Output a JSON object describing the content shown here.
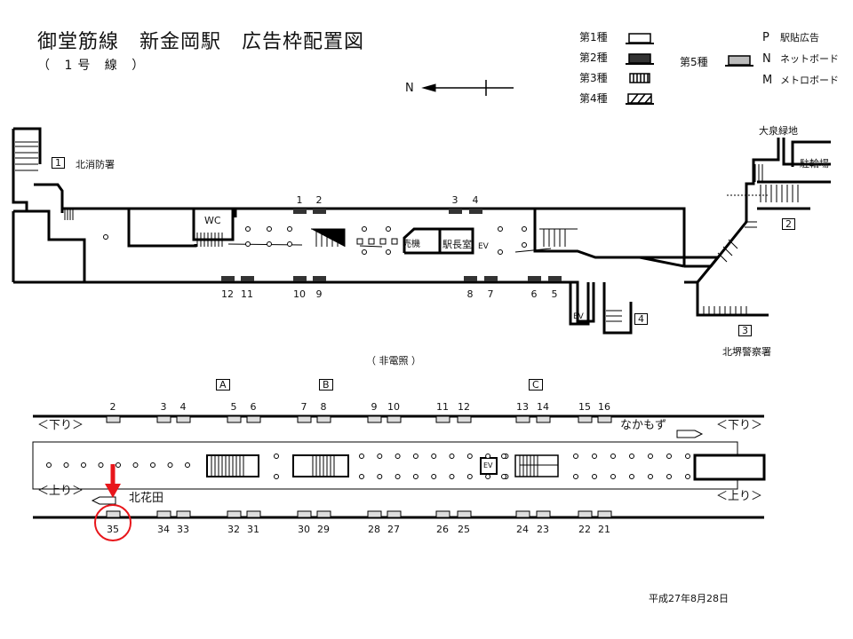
{
  "header": {
    "title": "御堂筋線　新金岡駅　広告枠配置図",
    "subtitle": "（ 1号 線 ）"
  },
  "legend": {
    "types": [
      {
        "label": "第1種",
        "style": "outline"
      },
      {
        "label": "第2種",
        "style": "filled"
      },
      {
        "label": "第3種",
        "style": "striped"
      },
      {
        "label": "第4種",
        "style": "hatched"
      }
    ],
    "type5": {
      "label": "第5種",
      "style": "gray"
    },
    "codes": [
      {
        "code": "P",
        "label": "駅貼広告"
      },
      {
        "code": "N",
        "label": "ネットボード"
      },
      {
        "code": "M",
        "label": "メトロボード"
      }
    ]
  },
  "compass": {
    "label": "N"
  },
  "concourse": {
    "exits": [
      {
        "num": "1",
        "label": "北消防署"
      },
      {
        "num": "2",
        "label": ""
      },
      {
        "num": "3",
        "label": "北堺警察署"
      },
      {
        "num": "4",
        "label": ""
      }
    ],
    "places": {
      "oizumi": "大泉緑地",
      "parking": "駐輪場",
      "wc": "WC",
      "ticket": "売機",
      "office": "駅長室",
      "ev": "EV"
    },
    "ads_top": [
      "1",
      "2",
      "3",
      "4"
    ],
    "ads_bottom": [
      "12",
      "11",
      "10",
      "9",
      "8",
      "7",
      "6",
      "5"
    ],
    "note": "（ 非電照 ）"
  },
  "platform": {
    "sections": [
      "A",
      "B",
      "C"
    ],
    "ads_top": [
      "2",
      "3",
      "4",
      "5",
      "6",
      "7",
      "8",
      "9",
      "10",
      "11",
      "12",
      "13",
      "14",
      "15",
      "16"
    ],
    "ads_bottom": [
      "35",
      "34",
      "33",
      "32",
      "31",
      "30",
      "29",
      "28",
      "27",
      "26",
      "25",
      "24",
      "23",
      "22",
      "21"
    ],
    "down_label": "＜下り＞",
    "up_label": "＜上り＞",
    "dest_down": "なかもず",
    "dest_up": "北花田",
    "ev": "EV",
    "highlight": "35",
    "highlight_color": "#e8161b"
  },
  "footer": {
    "date": "平成27年8月28日"
  }
}
